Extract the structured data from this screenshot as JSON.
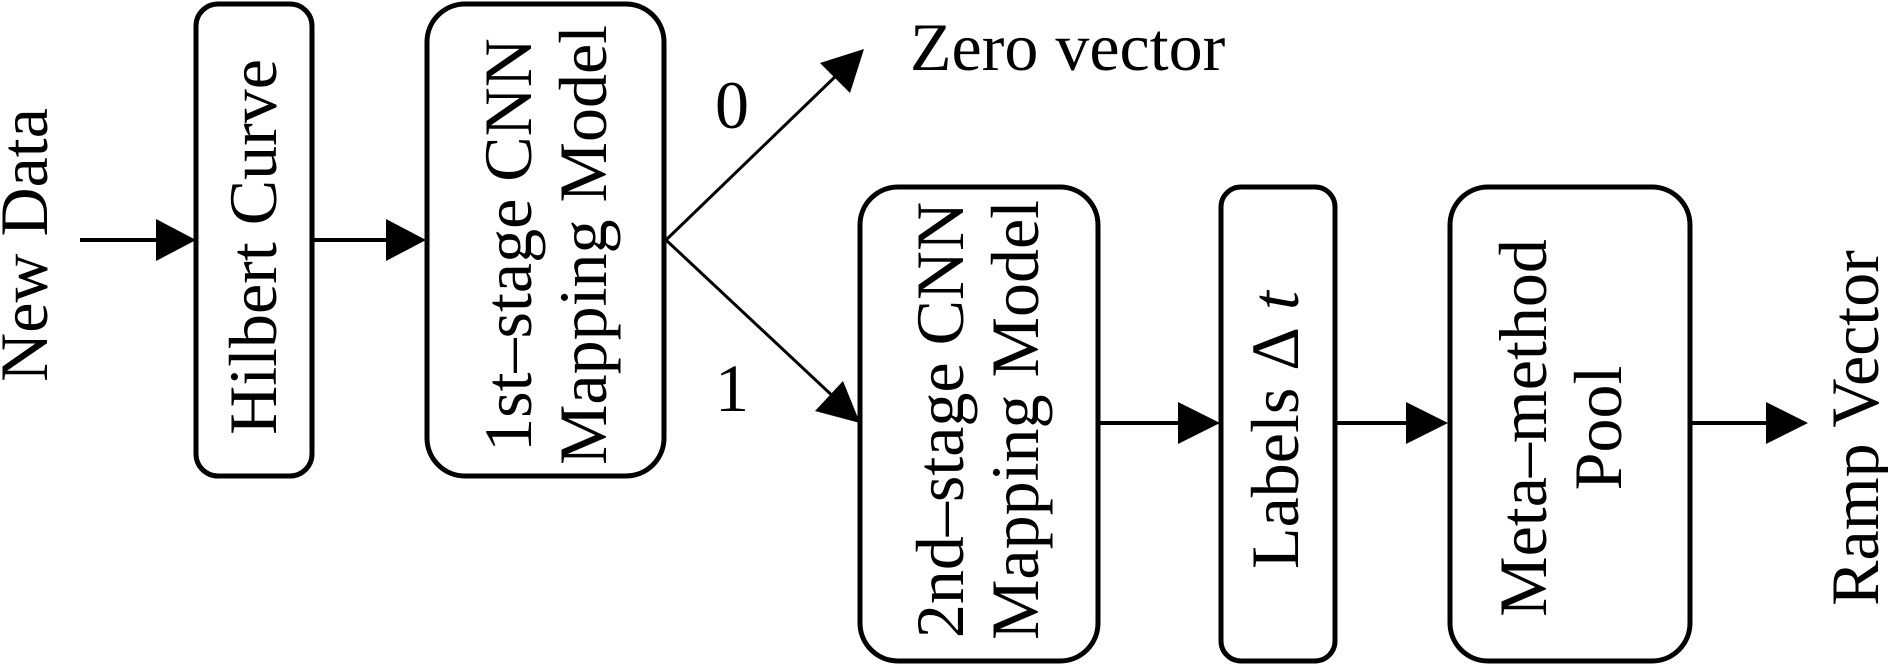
{
  "diagram": {
    "type": "flowchart",
    "colors": {
      "stroke": "#000000",
      "background": "#ffffff"
    },
    "input": {
      "label": "New Data"
    },
    "nodes": [
      {
        "id": "hilbert",
        "lines": [
          "Hilbert Curve"
        ]
      },
      {
        "id": "cnn1",
        "lines": [
          "1st–stage CNN",
          "Mapping Model"
        ]
      },
      {
        "id": "cnn2",
        "lines": [
          "2nd–stage CNN",
          "Mapping Model"
        ]
      },
      {
        "id": "labels",
        "label_text": "Labels ",
        "label_symbol": "Δ",
        "label_var": " t"
      },
      {
        "id": "meta",
        "lines": [
          "Meta–method",
          "Pool"
        ]
      }
    ],
    "branches": {
      "zero": {
        "condition": "0",
        "target": "Zero vector"
      },
      "one": {
        "condition": "1",
        "target": "2nd–stage CNN Mapping Model"
      }
    },
    "output": {
      "label": "Ramp Vector"
    },
    "edges": [
      {
        "from": "New Data",
        "to": "hilbert"
      },
      {
        "from": "hilbert",
        "to": "cnn1"
      },
      {
        "from": "cnn1",
        "to": "Zero vector",
        "label": "0"
      },
      {
        "from": "cnn1",
        "to": "cnn2",
        "label": "1"
      },
      {
        "from": "cnn2",
        "to": "labels"
      },
      {
        "from": "labels",
        "to": "meta"
      },
      {
        "from": "meta",
        "to": "Ramp Vector"
      }
    ]
  }
}
